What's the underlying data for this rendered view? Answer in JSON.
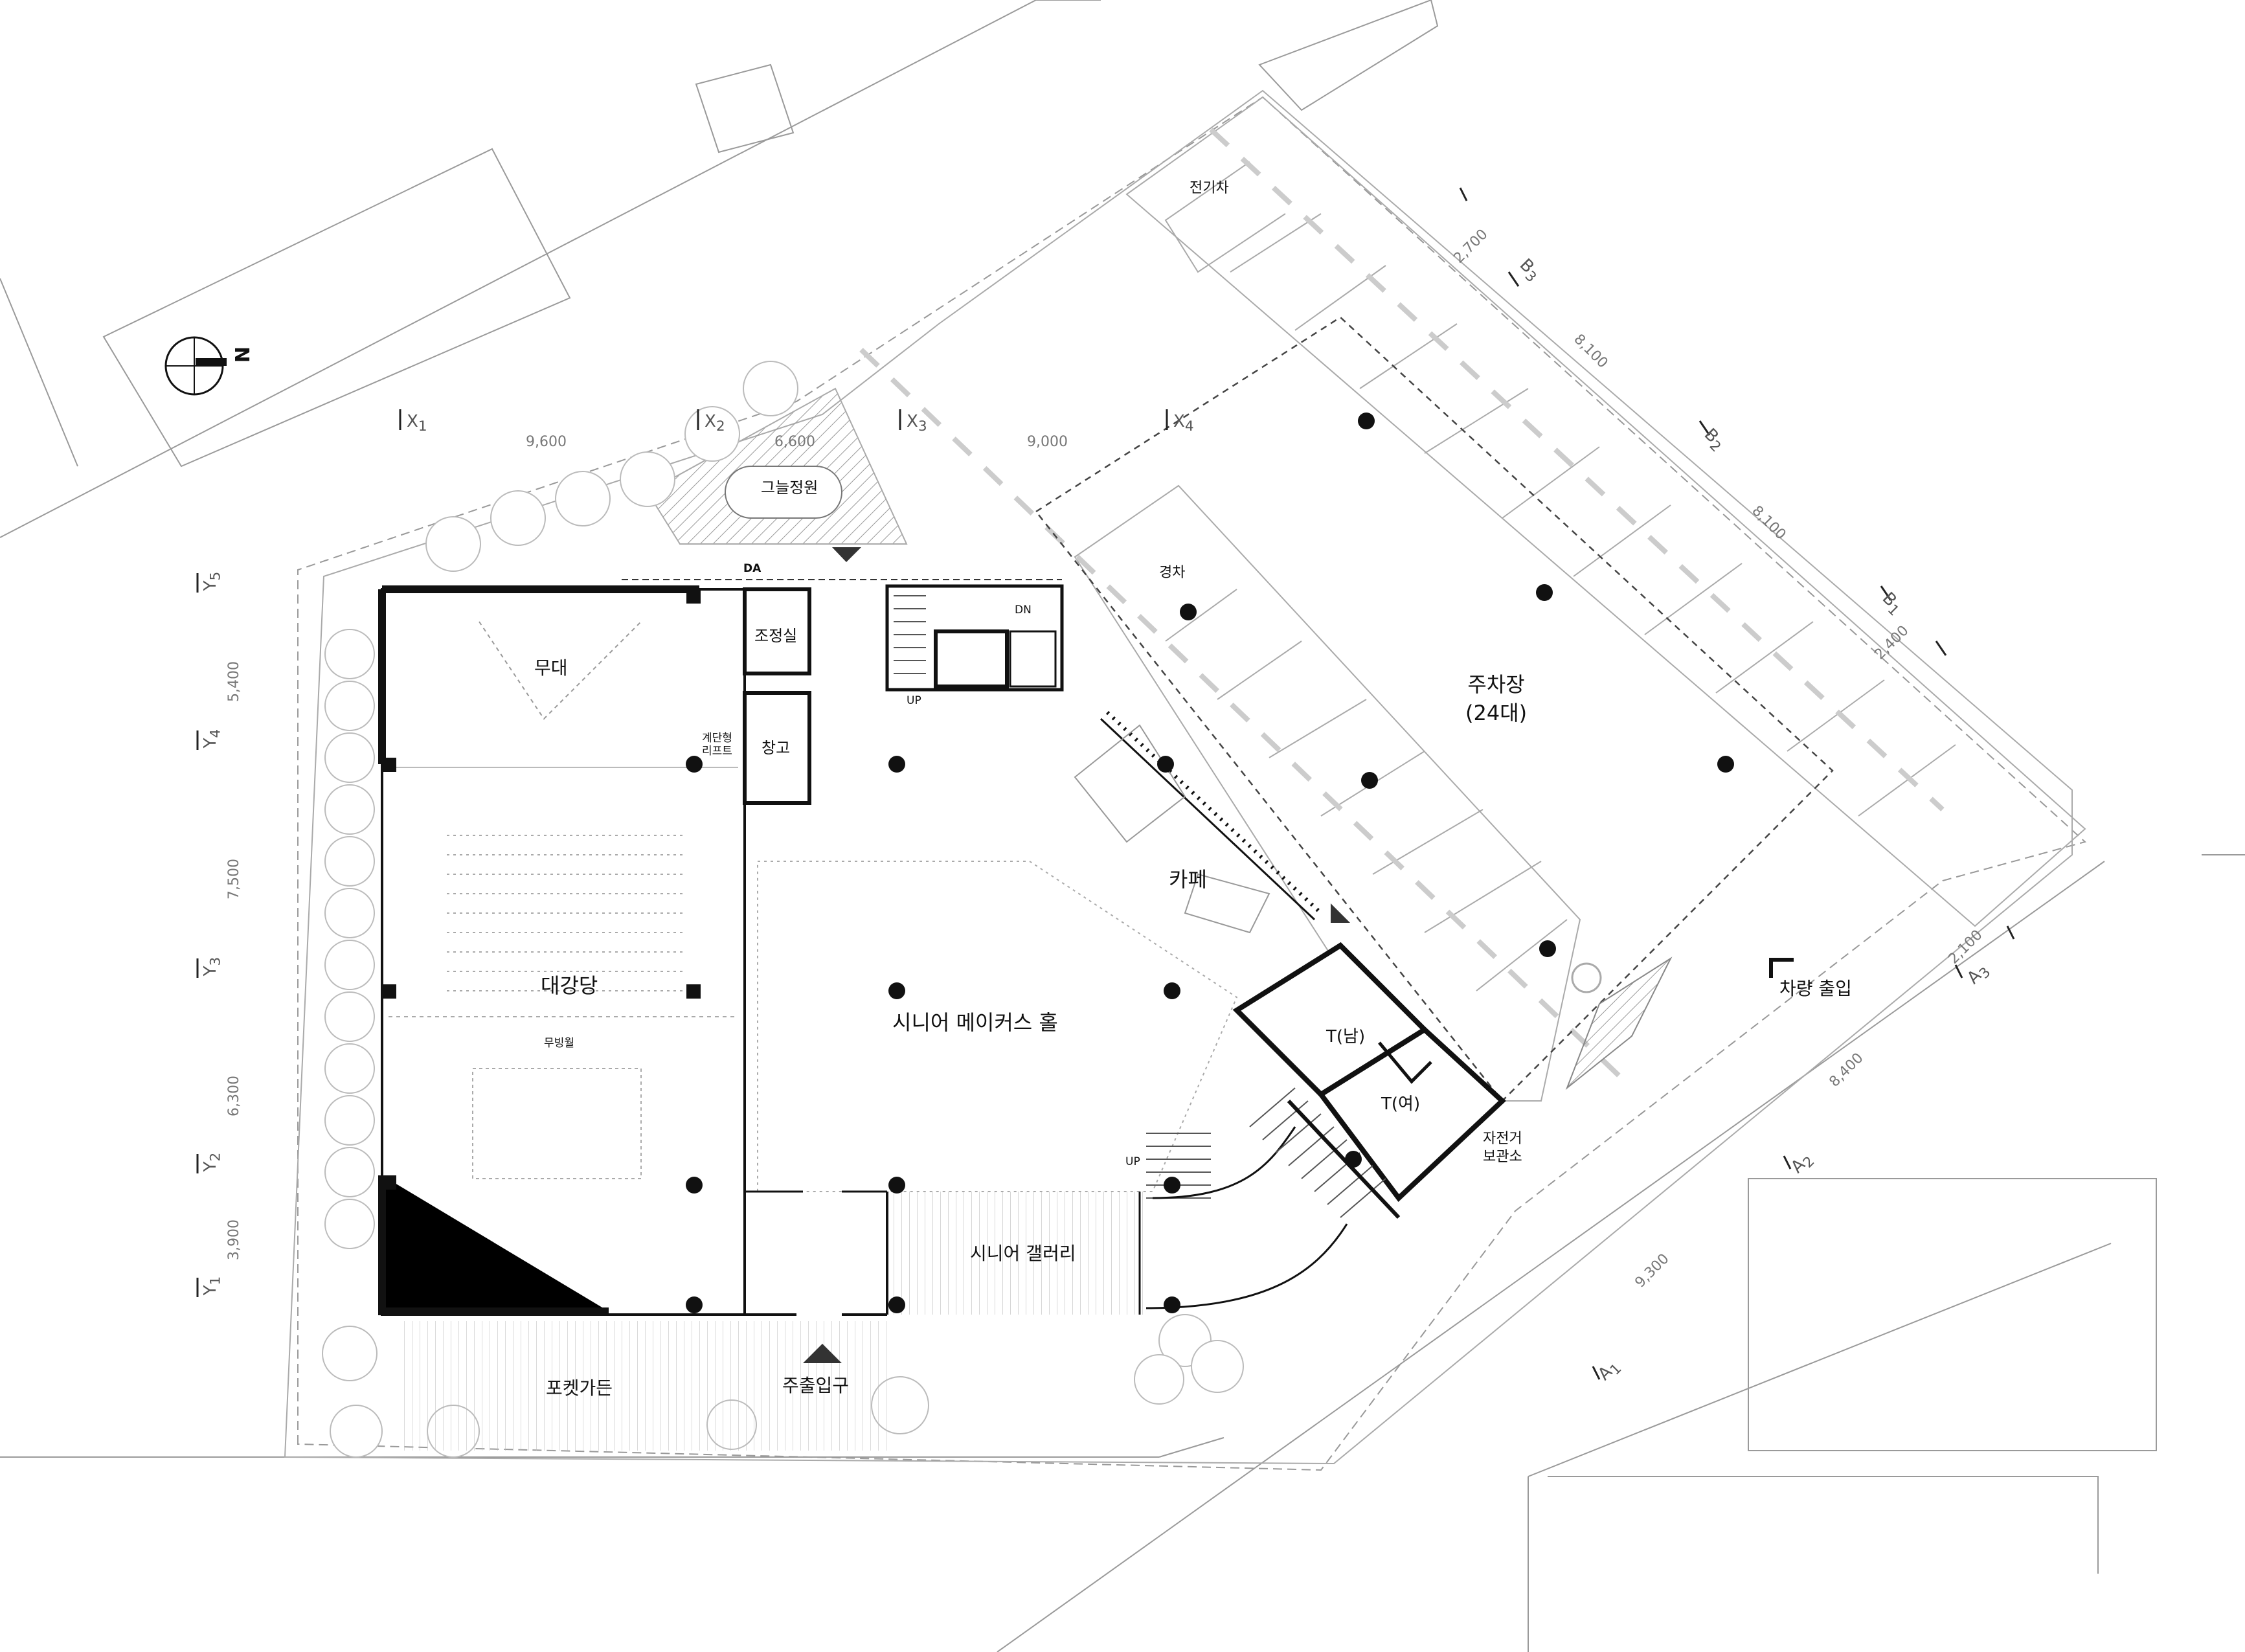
{
  "compass": {
    "north_label": "N",
    "icon": "north-arrow-icon"
  },
  "rooms": {
    "stage": "무대",
    "control_room": "조정실",
    "storage": "창고",
    "lift": "계단형\n리프트",
    "auditorium": "대강당",
    "soundproof_wall": "무빙월",
    "shade_garden": "그늘정원",
    "pocket_garden": "포켓가든",
    "main_entrance": "주출입구",
    "makers_hall": "시니어 메이커스 홀",
    "gallery": "시니어 갤러리",
    "cafe": "카페",
    "toilet_men": "T(남)",
    "toilet_women": "T(여)",
    "bike_storage": "자전거\n보관소",
    "parking": "주차장\n(24대)",
    "compact_car": "경차",
    "ev": "전기차",
    "vehicle_entrance": "차량 출입"
  },
  "marks": {
    "up": "UP",
    "dn": "DN",
    "da": "DA"
  },
  "axes": {
    "x": [
      {
        "id": "X",
        "sub": "1"
      },
      {
        "id": "X",
        "sub": "2"
      },
      {
        "id": "X",
        "sub": "3"
      },
      {
        "id": "X",
        "sub": "4"
      }
    ],
    "y": [
      {
        "id": "Y",
        "sub": "5"
      },
      {
        "id": "Y",
        "sub": "4"
      },
      {
        "id": "Y",
        "sub": "3"
      },
      {
        "id": "Y",
        "sub": "2"
      },
      {
        "id": "Y",
        "sub": "1"
      }
    ],
    "a": [
      {
        "id": "A",
        "sub": "3"
      },
      {
        "id": "A",
        "sub": "2"
      },
      {
        "id": "A",
        "sub": "1"
      }
    ],
    "b": [
      {
        "id": "B",
        "sub": "3"
      },
      {
        "id": "B",
        "sub": "2"
      },
      {
        "id": "B",
        "sub": "1"
      }
    ]
  },
  "dimensions": {
    "x": [
      "9,600",
      "6,600",
      "9,000"
    ],
    "y": [
      "5,400",
      "7,500",
      "6,300",
      "3,900"
    ],
    "b": [
      "2,700",
      "8,100",
      "8,100",
      "2,400"
    ],
    "a": [
      "2,100",
      "8,400",
      "9,300"
    ]
  }
}
